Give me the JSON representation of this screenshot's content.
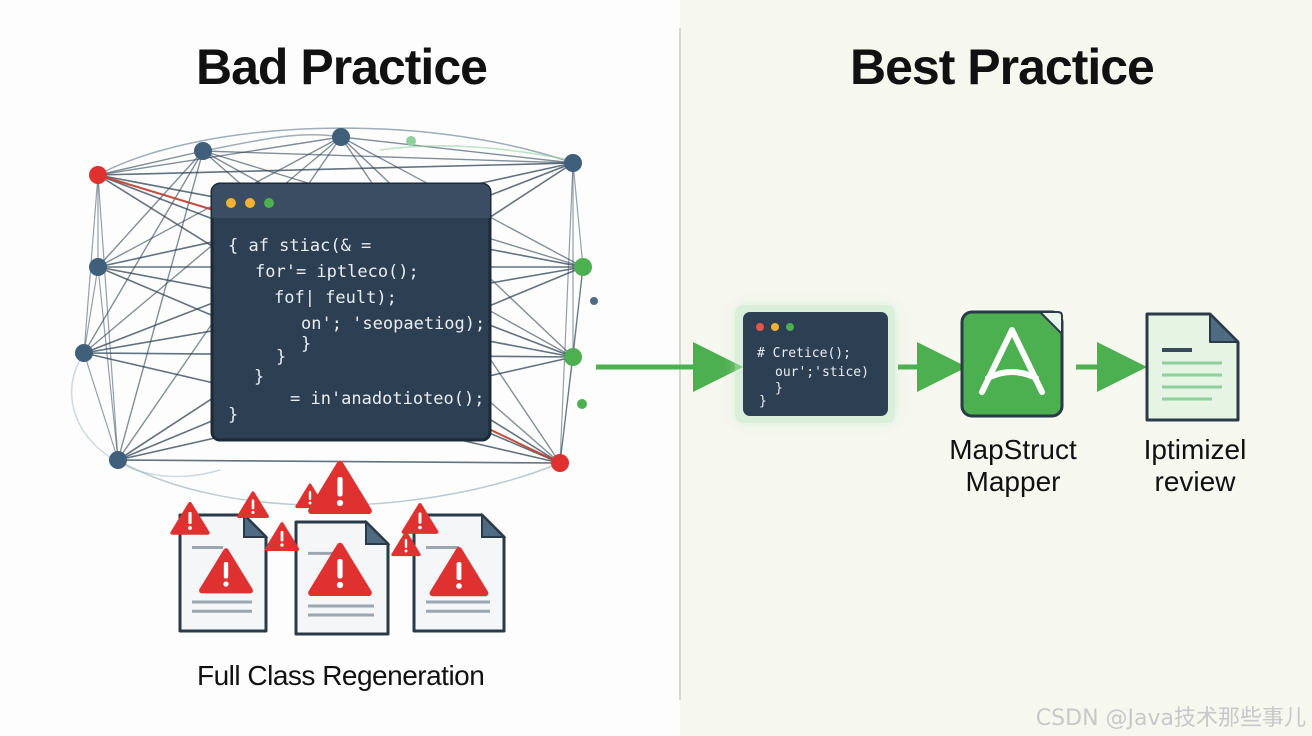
{
  "left": {
    "title": "Bad Practice",
    "caption": "Full Class Regeneration",
    "code_lines": [
      "{ af stiac(& =",
      "for'= iptleco();",
      "fof| feult);",
      "on'; 'seopaetiog);",
      "}",
      "}",
      "= in'anadotioteo();",
      "}"
    ]
  },
  "right": {
    "title": "Best Practice",
    "code_lines": [
      "# Cretice();",
      "our';'stice)",
      "}",
      "}"
    ],
    "mapper_label": [
      "MapStruct",
      "Mapper"
    ],
    "review_label": [
      "Iptimizel",
      "review"
    ]
  },
  "watermark": "CSDN @Java技术那些事儿",
  "colors": {
    "code_bg": "#2d3f52",
    "green": "#4caf50",
    "green_light": "#8fd19e",
    "red": "#e03131",
    "node_blue": "#3f5f7a",
    "text": "#111111"
  },
  "icons": [
    "window-dots-icon",
    "warning-icon",
    "document-icon",
    "mapstruct-logo-icon",
    "arrow-right-icon"
  ]
}
